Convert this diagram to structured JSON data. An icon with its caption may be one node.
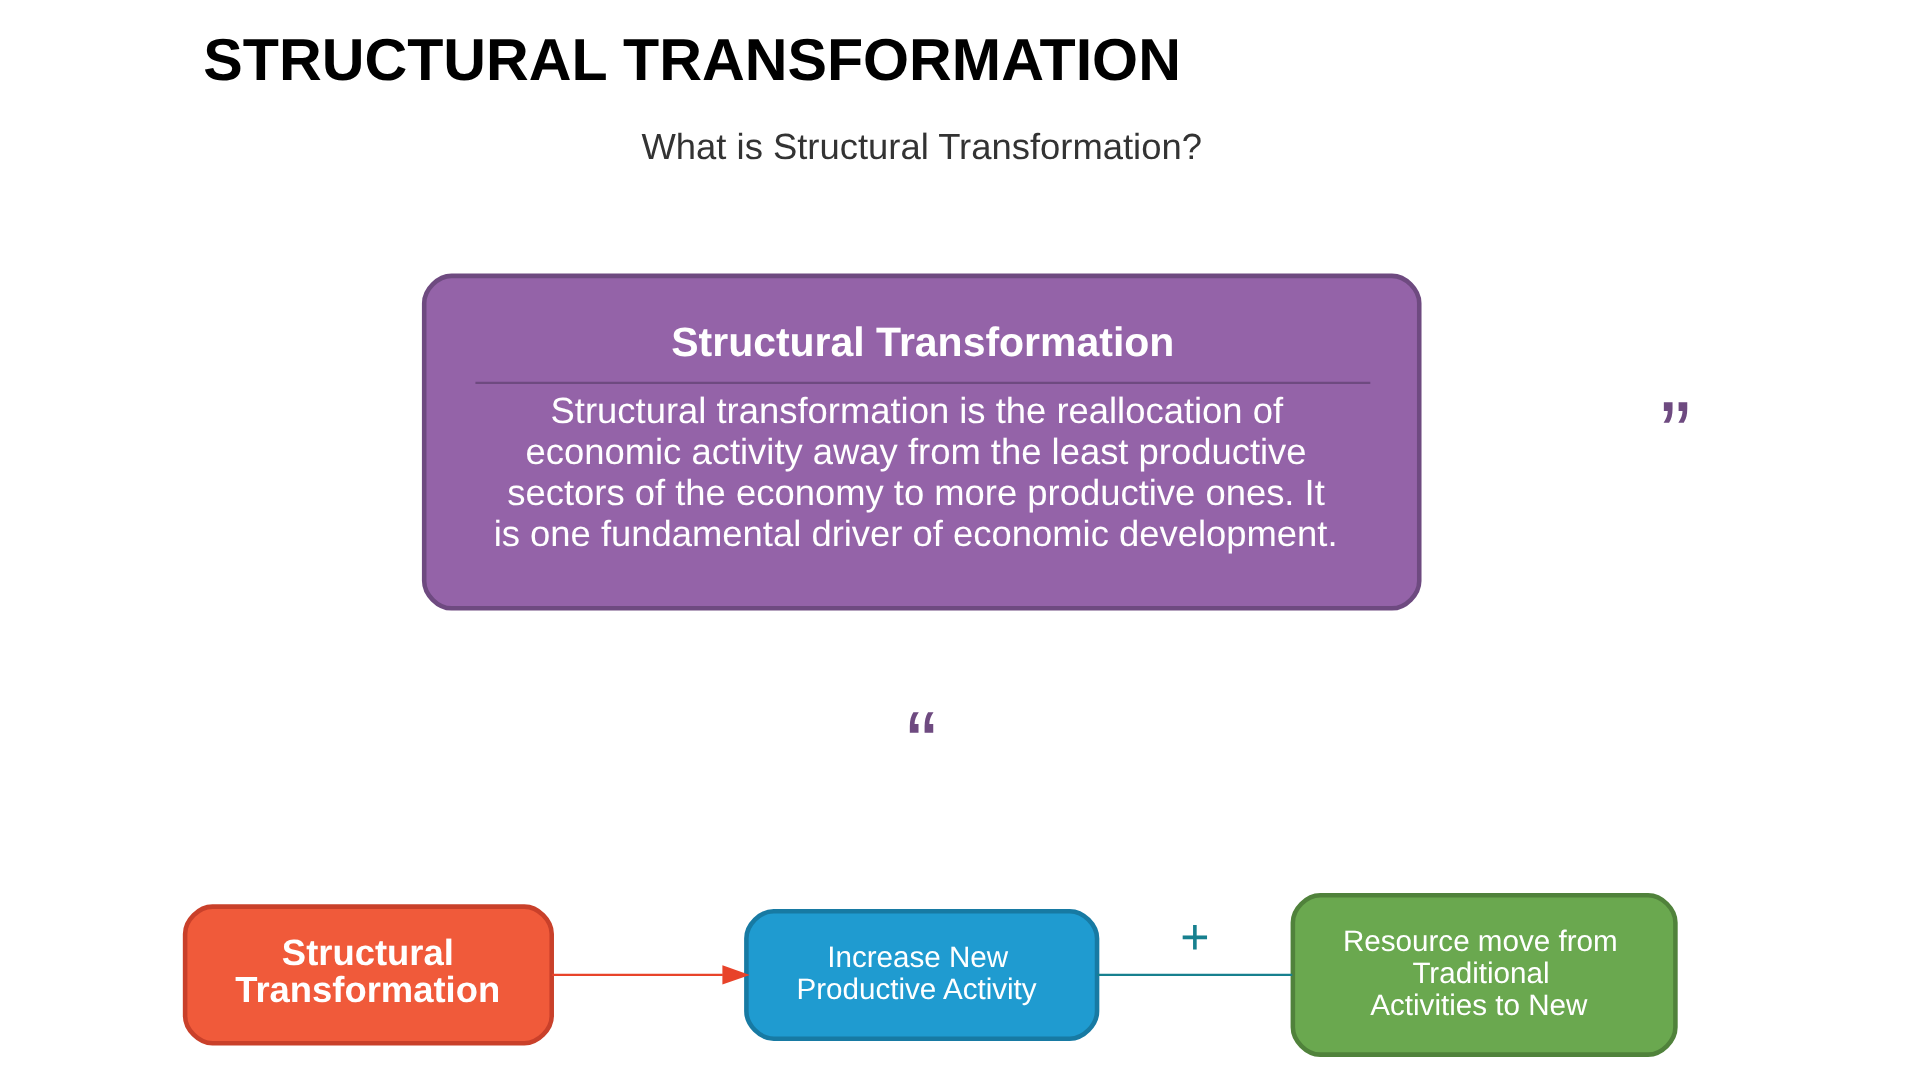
{
  "diagram": {
    "title": "STRUCTURAL TRANSFORMATION",
    "nodes": [
      {
        "text": [
          "Structural Transformation",
          "Structural transformation is the reallocation of economic activity away from the least productive sectors of the economy to more productive ones. It is one fundamental driver of economic development."
        ]
      },
      {
        "text": [
          "Structural Transformation"
        ]
      },
      {
        "text": [
          "Increase New Productive Activity"
        ]
      },
      {
        "text": [
          "Resource move from Traditional Activities to New"
        ]
      }
    ],
    "edges": [
      {
        "from": 1,
        "to": 2,
        "arrow": "to",
        "color": "#e8432a"
      },
      {
        "from": 2,
        "to": 3,
        "arrow": "none",
        "label": "+",
        "color": "#17808f"
      }
    ],
    "labels": [
      "What is Structural Transformation?",
      "”",
      "“"
    ]
  }
}
